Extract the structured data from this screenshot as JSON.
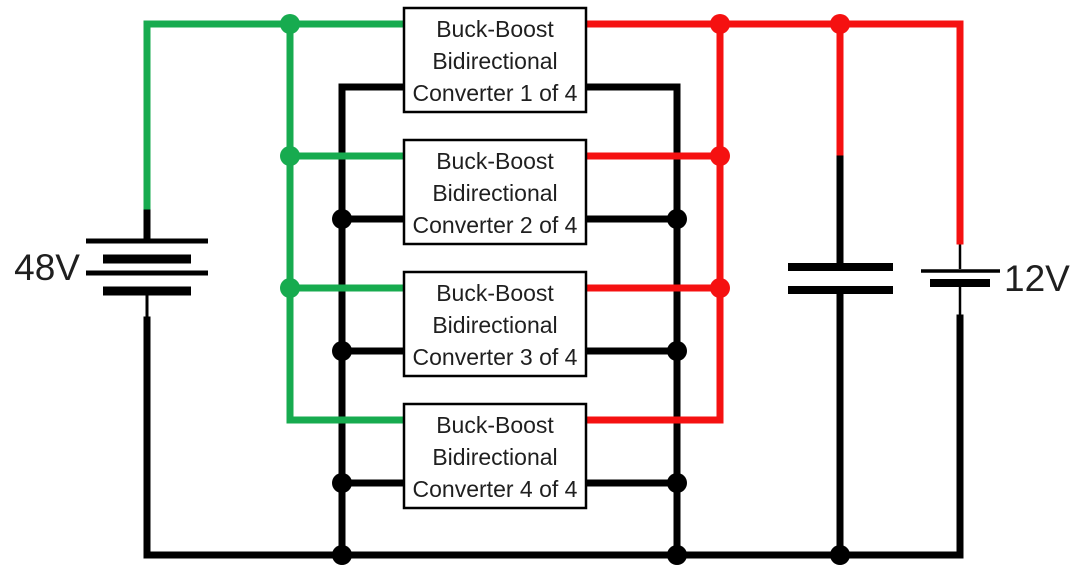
{
  "diagram": {
    "kind": "circuit-schematic",
    "description": "Four parallel buck-boost bidirectional converters connecting a 48V battery bus (green) to a 12V battery bus (red) with a shared output capacitor and common ground (black)"
  },
  "colors": {
    "hv_positive": "#17AB4F",
    "lv_positive": "#F51111",
    "neutral": "#000000",
    "text": "#1F1F1F",
    "background": "#FFFFFF"
  },
  "labels": {
    "left_battery": "48V",
    "right_battery": "12V"
  },
  "converters": [
    {
      "lines": [
        "Buck-Boost",
        "Bidirectional",
        "Converter 1 of 4"
      ]
    },
    {
      "lines": [
        "Buck-Boost",
        "Bidirectional",
        "Converter 2 of 4"
      ]
    },
    {
      "lines": [
        "Buck-Boost",
        "Bidirectional",
        "Converter 3 of 4"
      ]
    },
    {
      "lines": [
        "Buck-Boost",
        "Bidirectional",
        "Converter 4 of 4"
      ]
    }
  ]
}
